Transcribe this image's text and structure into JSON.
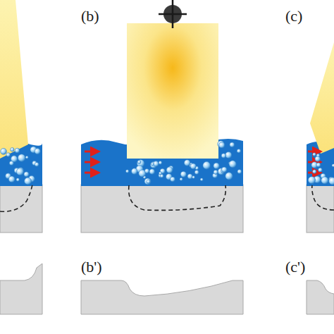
{
  "diagram": {
    "labels": [
      "(b)",
      "(c)",
      "(b')",
      "(c')"
    ]
  }
}
